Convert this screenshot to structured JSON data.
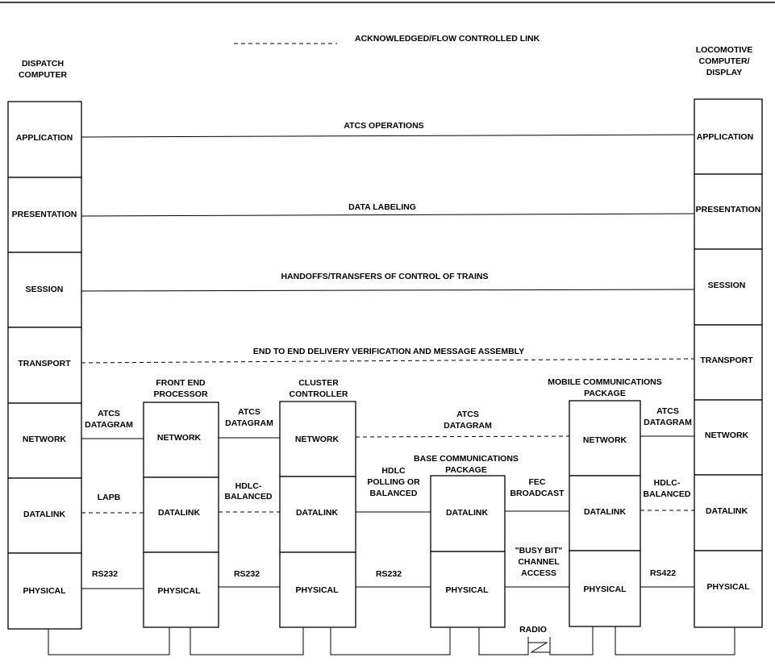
{
  "legend": {
    "label": "ACKNOWLEDGED/FLOW CONTROLLED LINK"
  },
  "nodes": {
    "dispatch": {
      "title": [
        "DISPATCH",
        "COMPUTER"
      ],
      "layers": [
        "APPLICATION",
        "PRESENTATION",
        "SESSION",
        "TRANSPORT",
        "NETWORK",
        "DATALINK",
        "PHYSICAL"
      ]
    },
    "locomotive": {
      "title": [
        "LOCOMOTIVE",
        "COMPUTER/",
        "DISPLAY"
      ],
      "layers": [
        "APPLICATION",
        "PRESENTATION",
        "SESSION",
        "TRANSPORT",
        "NETWORK",
        "DATALINK",
        "PHYSICAL"
      ]
    },
    "fep": {
      "title": [
        "FRONT END",
        "PROCESSOR"
      ],
      "layers": [
        "NETWORK",
        "DATALINK",
        "PHYSICAL"
      ]
    },
    "cluster": {
      "title": [
        "CLUSTER",
        "CONTROLLER"
      ],
      "layers": [
        "NETWORK",
        "DATALINK",
        "PHYSICAL"
      ]
    },
    "base": {
      "title": [
        "BASE COMMUNICATIONS",
        "PACKAGE"
      ],
      "layers": [
        "DATALINK",
        "PHYSICAL"
      ]
    },
    "mobile": {
      "title": [
        "MOBILE COMMUNICATIONS",
        "PACKAGE"
      ],
      "layers": [
        "NETWORK",
        "DATALINK",
        "PHYSICAL"
      ]
    }
  },
  "peer_links": {
    "application": "ATCS OPERATIONS",
    "presentation": "DATA LABELING",
    "session": "HANDOFFS/TRANSFERS OF CONTROL OF TRAINS",
    "transport": "END TO END DELIVERY VERIFICATION AND MESSAGE ASSEMBLY"
  },
  "link_labels": {
    "net1": [
      "ATCS",
      "DATAGRAM"
    ],
    "net2": [
      "ATCS",
      "DATAGRAM"
    ],
    "net3": [
      "ATCS",
      "DATAGRAM"
    ],
    "net4": [
      "ATCS",
      "DATAGRAM"
    ],
    "dl1": [
      "LAPB"
    ],
    "dl2": [
      "HDLC-",
      "BALANCED"
    ],
    "dl3": [
      "HDLC",
      "POLLING OR",
      "BALANCED"
    ],
    "dl4": [
      "FEC",
      "BROADCAST"
    ],
    "dl5": [
      "HDLC-",
      "BALANCED"
    ],
    "ph1": [
      "RS232"
    ],
    "ph2": [
      "RS232"
    ],
    "ph3": [
      "RS232"
    ],
    "ph4": [
      "\"BUSY BIT\"",
      "CHANNEL",
      "ACCESS"
    ],
    "ph5": [
      "RS422"
    ],
    "radio": [
      "RADIO"
    ]
  }
}
